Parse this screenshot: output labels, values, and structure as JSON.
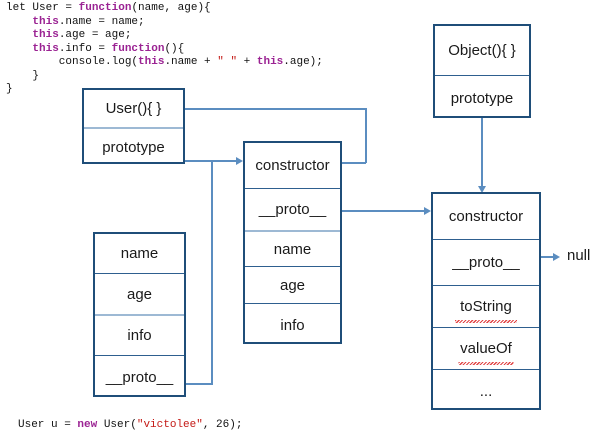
{
  "code_top": {
    "name": "user-constructor-source",
    "lines": [
      [
        {
          "t": "let User = ",
          "c": "plain"
        },
        {
          "t": "function",
          "c": "kw"
        },
        {
          "t": "(name, age){",
          "c": "plain"
        }
      ],
      [
        {
          "t": "    ",
          "c": "plain"
        },
        {
          "t": "this",
          "c": "kw"
        },
        {
          "t": ".name = name;",
          "c": "plain"
        }
      ],
      [
        {
          "t": "    ",
          "c": "plain"
        },
        {
          "t": "this",
          "c": "kw"
        },
        {
          "t": ".age = age;",
          "c": "plain"
        }
      ],
      [
        {
          "t": "    ",
          "c": "plain"
        },
        {
          "t": "this",
          "c": "kw"
        },
        {
          "t": ".info = ",
          "c": "plain"
        },
        {
          "t": "function",
          "c": "kw"
        },
        {
          "t": "(){",
          "c": "plain"
        }
      ],
      [
        {
          "t": "        console.log(",
          "c": "plain"
        },
        {
          "t": "this",
          "c": "kw"
        },
        {
          "t": ".name + ",
          "c": "plain"
        },
        {
          "t": "\" \"",
          "c": "str"
        },
        {
          "t": " + ",
          "c": "plain"
        },
        {
          "t": "this",
          "c": "kw"
        },
        {
          "t": ".age);",
          "c": "plain"
        }
      ],
      [
        {
          "t": "    }",
          "c": "plain"
        }
      ],
      [
        {
          "t": "}",
          "c": "plain"
        }
      ]
    ]
  },
  "code_bottom": {
    "name": "instantiation-source",
    "lines": [
      [
        {
          "t": "User u = ",
          "c": "plain"
        },
        {
          "t": "new",
          "c": "kw"
        },
        {
          "t": " User(",
          "c": "plain"
        },
        {
          "t": "\"victolee\"",
          "c": "str"
        },
        {
          "t": ", 26);",
          "c": "plain"
        }
      ]
    ]
  },
  "boxes": {
    "user_function": {
      "name": "user-function-box",
      "cells": [
        {
          "label": "User(){ }",
          "divider": "none"
        },
        {
          "label": "prototype",
          "divider": "light"
        }
      ]
    },
    "object_function": {
      "name": "object-function-box",
      "cells": [
        {
          "label": "Object(){  }",
          "divider": "none"
        },
        {
          "label": "prototype",
          "divider": "dark"
        }
      ]
    },
    "user_prototype": {
      "name": "user-prototype-box",
      "cells": [
        {
          "label": "constructor",
          "divider": "none"
        },
        {
          "label": "__proto__",
          "divider": "dark"
        },
        {
          "label": "name",
          "divider": "light"
        },
        {
          "label": "age",
          "divider": "dark"
        },
        {
          "label": "info",
          "divider": "dark"
        }
      ]
    },
    "object_prototype": {
      "name": "object-prototype-box",
      "cells": [
        {
          "label": "constructor",
          "divider": "none"
        },
        {
          "label": "__proto__",
          "divider": "dark"
        },
        {
          "label": "toString",
          "divider": "dark",
          "spellerror": true
        },
        {
          "label": "valueOf",
          "divider": "dark",
          "spellerror": true
        },
        {
          "label": "...",
          "divider": "dark"
        }
      ]
    },
    "instance": {
      "name": "instance-box",
      "cells": [
        {
          "label": "name",
          "divider": "none"
        },
        {
          "label": "age",
          "divider": "dark"
        },
        {
          "label": "info",
          "divider": "light"
        },
        {
          "label": "__proto__",
          "divider": "dark"
        }
      ]
    }
  },
  "labels": {
    "null_value": "null"
  },
  "colors": {
    "box_border": "#1F4E79",
    "divider_dark": "#2E5F8F",
    "divider_light": "#9DB9D4",
    "connector": "#5B8DC0",
    "keyword": "#9B2393",
    "string": "#C41A16",
    "text": "#111111"
  }
}
